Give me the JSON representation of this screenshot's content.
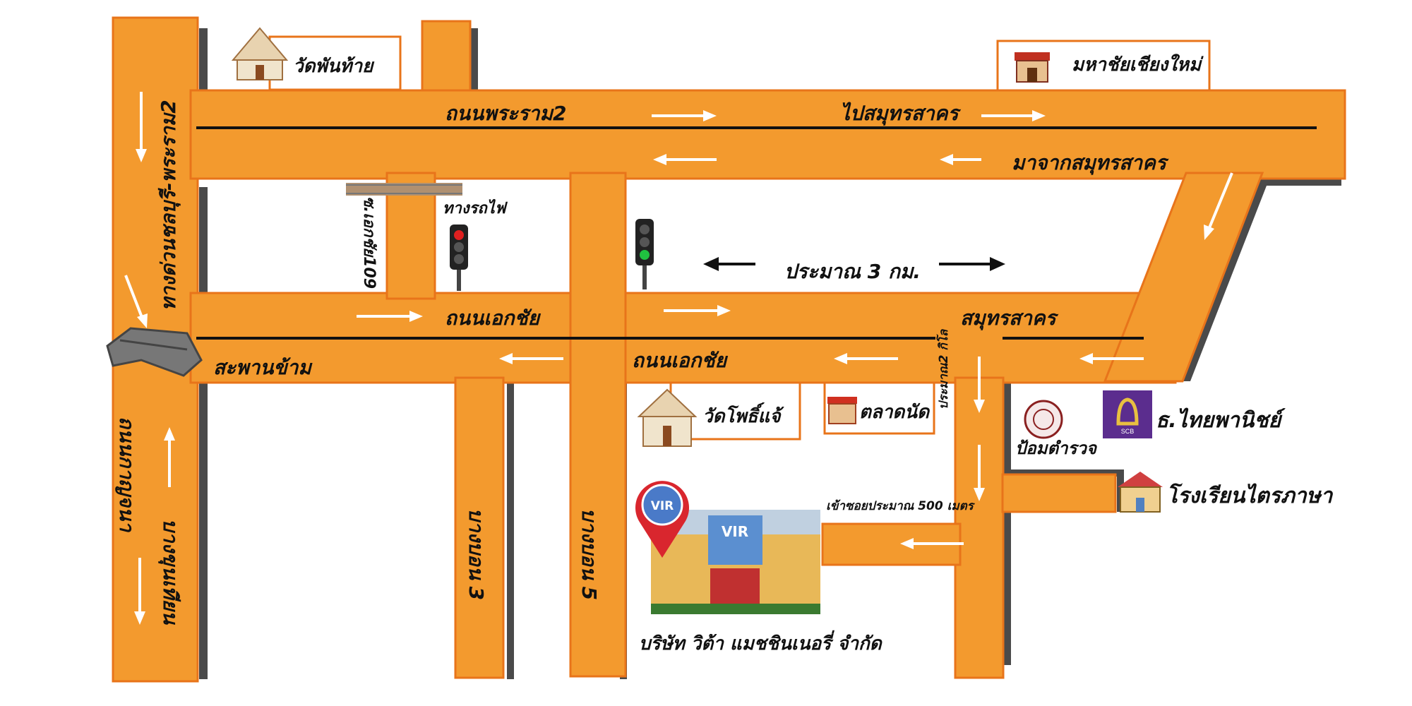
{
  "colors": {
    "road": "#f39a2e",
    "road_edge": "#e8741a",
    "shadow": "#4a4a4a",
    "line": "#111111",
    "arrow": "#ffffff",
    "text": "#111111",
    "pin": "#d9262e",
    "scb": "#5b2d8e"
  },
  "roads": {
    "rama2": "ถนนพระราม2",
    "to_samut": "ไปสมุทรสาคร",
    "from_samut": "มาจากสมุทรสาคร",
    "expressway": "ทางด่วนชลบุรี-พระราม2",
    "soi109": "ซ.เอกชัย109",
    "railway": "ทางรถไฟ",
    "ekachai_upper": "ถนนเอกชัย",
    "ekachai_lower": "ถนนเอกชัย",
    "samut_sakhon": "สมุทรสาคร",
    "distance": "ประมาณ 3 กม.",
    "bridge": "สะพานข้าม",
    "kanchanaphisek": "ถนนกาญจนา",
    "bang_khun_thian": "บางขุนเทียน",
    "bangbon3": "บางบอน 3",
    "bangbon5": "บางบอน 5",
    "soi_2km": "ประมาณ2 กิโล",
    "soi_500m": "เข้าซอยประมาณ 500 เมตร"
  },
  "places": {
    "wat_phan_thai": "วัดพันท้าย",
    "mahachai_chiangmai": "มหาชัยเชียงใหม่",
    "wat_pho_chae": "วัดโพธิ์แจ้",
    "market": "ตลาดนัด",
    "police": "ป้อมตำรวจ",
    "scb": "ธ.ไทยพานิชย์",
    "school": "โรงเรียนไตรภาษา",
    "company": "บริษัท วิต้า แมชชินเนอรี่ จำกัด",
    "scb_logo_text": "SCB",
    "vir_logo": "VIR"
  }
}
